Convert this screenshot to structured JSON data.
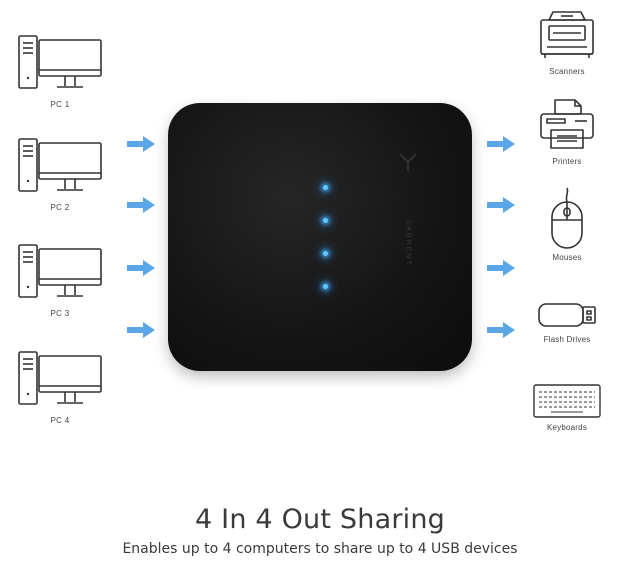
{
  "computers": [
    {
      "label": "PC 1"
    },
    {
      "label": "PC 2"
    },
    {
      "label": "PC 3"
    },
    {
      "label": "PC 4"
    }
  ],
  "devices": [
    {
      "label": "Scanners",
      "icon": "scanner-icon"
    },
    {
      "label": "Printers",
      "icon": "printer-icon"
    },
    {
      "label": "Mouses",
      "icon": "mouse-icon"
    },
    {
      "label": "Flash Drives",
      "icon": "flash-drive-icon"
    },
    {
      "label": "Keyboards",
      "icon": "keyboard-icon"
    }
  ],
  "hub": {
    "led_count": 4,
    "led_color": "#5cc8ff"
  },
  "colors": {
    "arrow": "#5aa6e6",
    "hub_body": "#141414",
    "icon_stroke": "#333333"
  },
  "heading": {
    "title": "4 In 4 Out Sharing",
    "subtitle": "Enables up to 4 computers to share up to 4 USB devices"
  }
}
